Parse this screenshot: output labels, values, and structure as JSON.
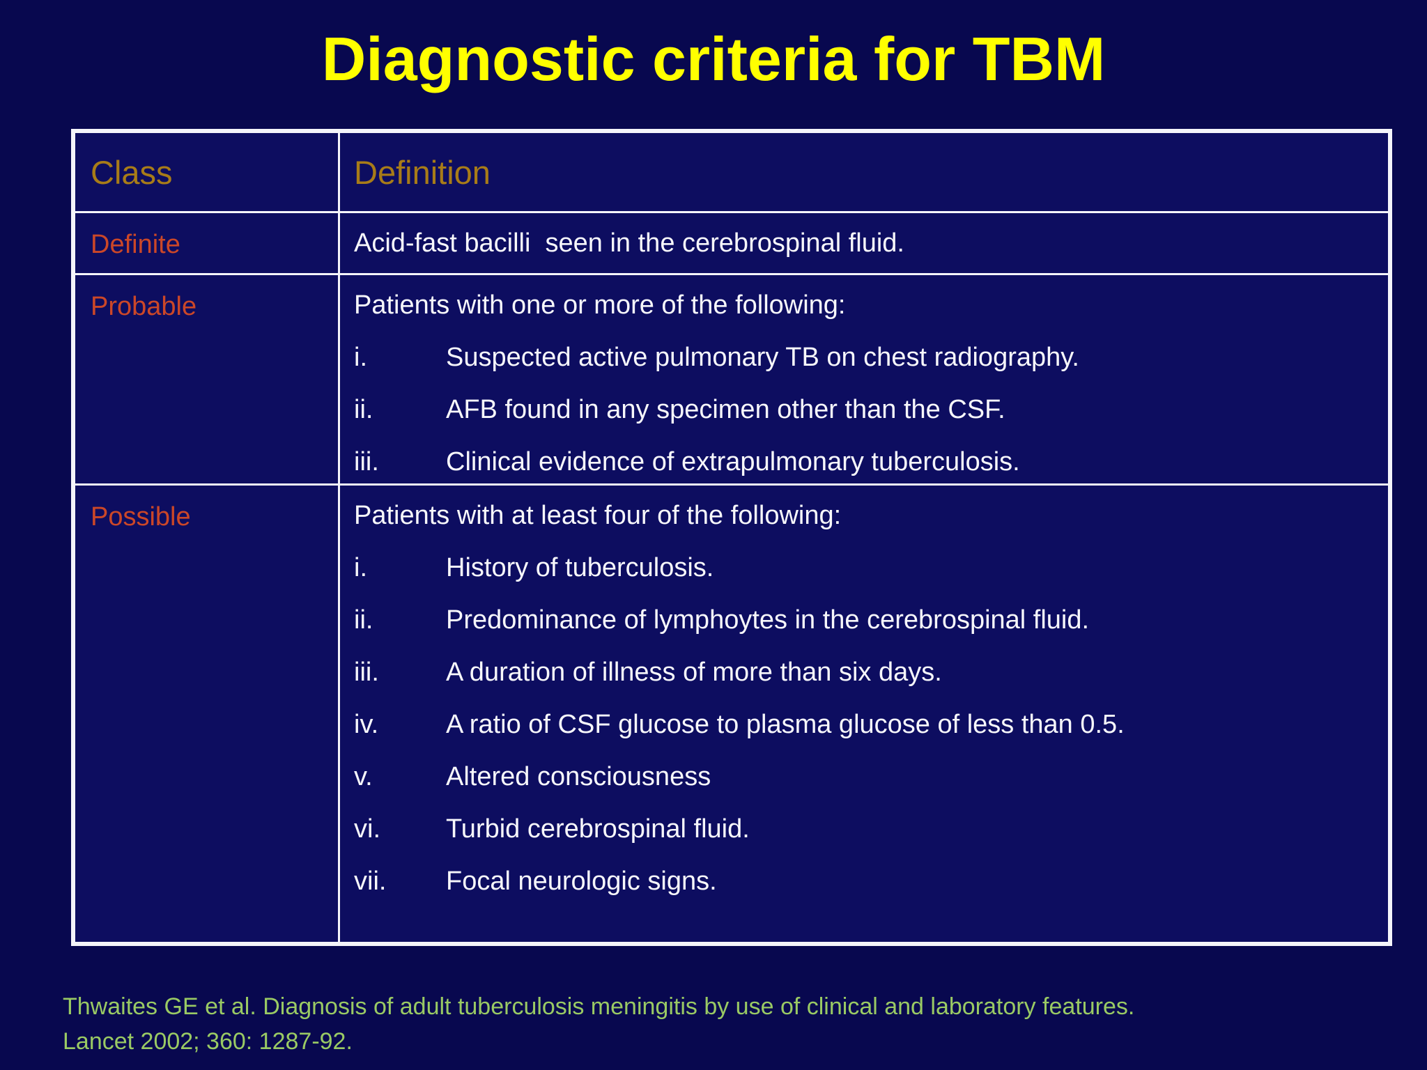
{
  "slide": {
    "title": "Diagnostic criteria for TBM",
    "citation_line1": "Thwaites GE et al. Diagnosis of adult tuberculosis meningitis by use of clinical and laboratory features.",
    "citation_line2": "Lancet 2002; 360: 1287-92."
  },
  "colors": {
    "background": "#08084f",
    "cell_background": "#0d0d60",
    "border": "#f4f4fa",
    "title": "#ffff00",
    "header_text": "#a87c18",
    "class_label": "#cb4728",
    "body_text": "#f7f7fb",
    "citation": "#9aca64"
  },
  "table": {
    "headers": [
      "Class",
      "Definition"
    ],
    "rows": [
      {
        "class": "Definite",
        "intro": "Acid-fast bacilli  seen in the cerebrospinal fluid.",
        "items": []
      },
      {
        "class": "Probable",
        "intro": "Patients with one or more of the following:",
        "items": [
          {
            "num": "i.",
            "text": "Suspected active pulmonary TB on chest radiography."
          },
          {
            "num": "ii.",
            "text": "AFB found in any specimen other than the CSF."
          },
          {
            "num": "iii.",
            "text": "Clinical evidence of extrapulmonary tuberculosis."
          }
        ]
      },
      {
        "class": "Possible",
        "intro": "Patients with at least four of the following:",
        "items": [
          {
            "num": "i.",
            "text": "History of tuberculosis."
          },
          {
            "num": "ii.",
            "text": "Predominance of lymphoytes in the cerebrospinal fluid."
          },
          {
            "num": "iii.",
            "text": "A duration of illness of more than six days."
          },
          {
            "num": "iv.",
            "text": "A ratio of CSF glucose to plasma glucose of less than 0.5."
          },
          {
            "num": "v.",
            "text": "Altered consciousness"
          },
          {
            "num": "vi.",
            "text": "Turbid cerebrospinal fluid."
          },
          {
            "num": "vii.",
            "text": "Focal neurologic signs."
          }
        ]
      }
    ]
  }
}
